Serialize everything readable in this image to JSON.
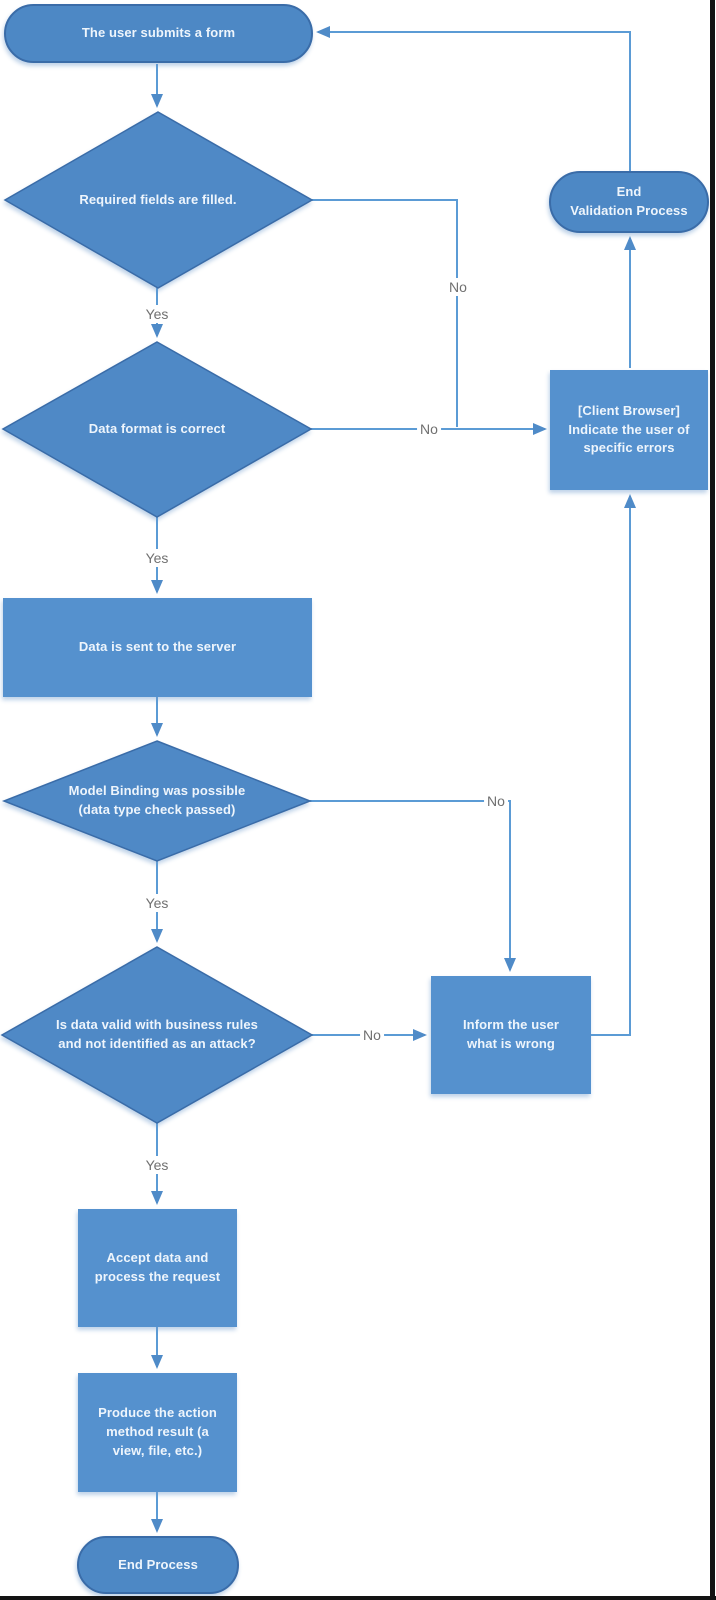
{
  "flowchart": {
    "colors": {
      "decision_fill": "#4f89c6",
      "process_fill": "#5591ce",
      "terminator_fill": "#4d88c5",
      "shape_border": "#3a6ca8",
      "connector": "#5b9bd5",
      "arrowhead": "#4f8bc8",
      "node_text": "#eef5fc",
      "edge_label_text": "#707070",
      "frame": "#131313",
      "background": "#ffffff"
    },
    "nodes": {
      "start": {
        "type": "terminator",
        "label": "The user submits a form"
      },
      "required_fields": {
        "type": "decision",
        "label": "Required fields are filled."
      },
      "data_format": {
        "type": "decision",
        "label": "Data format is correct"
      },
      "send_server": {
        "type": "process",
        "label": "Data is sent to the server"
      },
      "model_binding": {
        "type": "decision",
        "label": "Model Binding was possible\n(data type check passed)"
      },
      "business_rules": {
        "type": "decision",
        "label": "Is data valid with business rules\nand not identified as an attack?"
      },
      "accept_data": {
        "type": "process",
        "label": "Accept data and\nprocess the request"
      },
      "produce_result": {
        "type": "process",
        "label": "Produce the action\nmethod result (a\nview, file, etc.)"
      },
      "end_process": {
        "type": "terminator",
        "label": "End Process"
      },
      "end_validation": {
        "type": "terminator",
        "label": "End\nValidation Process"
      },
      "client_browser": {
        "type": "process",
        "label": "[Client Browser]\nIndicate the user of\nspecific errors"
      },
      "inform_user": {
        "type": "process",
        "label": "Inform the user\nwhat is wrong"
      }
    },
    "edges": [
      {
        "from": "start",
        "to": "required_fields",
        "label": ""
      },
      {
        "from": "required_fields",
        "to": "data_format",
        "label": "Yes"
      },
      {
        "from": "required_fields",
        "to": "client_browser",
        "label": "No"
      },
      {
        "from": "data_format",
        "to": "send_server",
        "label": "Yes"
      },
      {
        "from": "data_format",
        "to": "client_browser",
        "label": "No"
      },
      {
        "from": "send_server",
        "to": "model_binding",
        "label": ""
      },
      {
        "from": "model_binding",
        "to": "business_rules",
        "label": "Yes"
      },
      {
        "from": "model_binding",
        "to": "inform_user",
        "label": "No"
      },
      {
        "from": "business_rules",
        "to": "accept_data",
        "label": "Yes"
      },
      {
        "from": "business_rules",
        "to": "inform_user",
        "label": "No"
      },
      {
        "from": "accept_data",
        "to": "produce_result",
        "label": ""
      },
      {
        "from": "produce_result",
        "to": "end_process",
        "label": ""
      },
      {
        "from": "inform_user",
        "to": "client_browser",
        "label": ""
      },
      {
        "from": "client_browser",
        "to": "end_validation",
        "label": ""
      },
      {
        "from": "end_validation",
        "to": "start",
        "label": ""
      }
    ]
  }
}
